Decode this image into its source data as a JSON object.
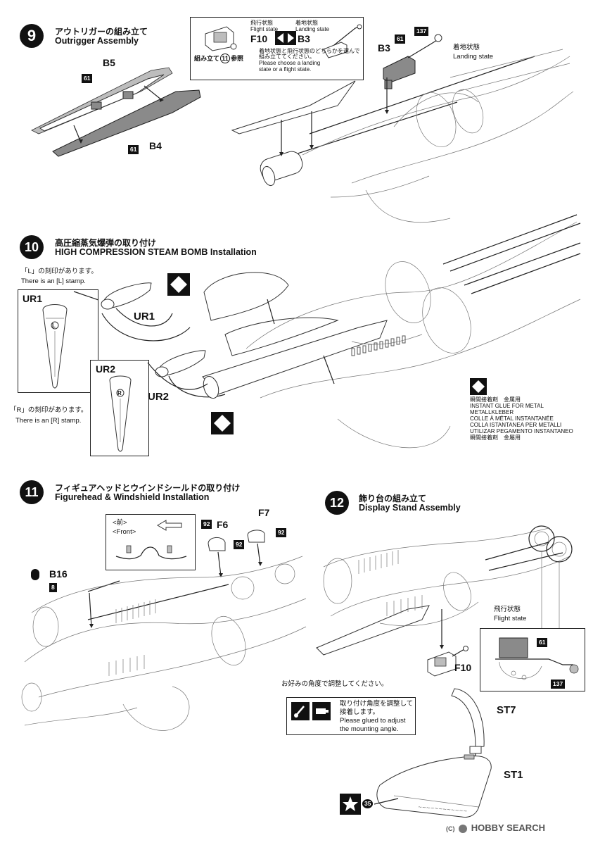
{
  "step9": {
    "number": "9",
    "title_jp": "アウトリガーの組み立て",
    "title_en": "Outrigger Assembly",
    "part_b5": "B5",
    "part_b4": "B4",
    "badge_61a": "61",
    "badge_61b": "61",
    "badge_61c": "61",
    "badge_137": "137",
    "inset": {
      "flight_jp": "飛行状態",
      "flight_en": "Flight state",
      "landing_jp": "着地状態",
      "landing_en": "Landing state",
      "part_f10": "F10",
      "part_b3": "B3",
      "ref_pre": "組み立て",
      "ref_num": "11",
      "ref_post": "参照",
      "note_jp1": "着地状態と飛行状態のどちらかを選んで",
      "note_jp2": "組み立ててください。",
      "note_en1": "Please choose a landing",
      "note_en2": "state or a flight state."
    },
    "part_b3": "B3",
    "landing_jp": "着地状態",
    "landing_en": "Landing state"
  },
  "step10": {
    "number": "10",
    "title_jp": "高圧縮蒸気爆弾の取り付け",
    "title_en": "HIGH COMPRESSION STEAM BOMB Installation",
    "l_stamp_jp": "「L」の刻印があります。",
    "l_stamp_en": "There is an [L] stamp.",
    "r_stamp_jp": "「R」の刻印があります。",
    "r_stamp_en": "There is an [R] stamp.",
    "ur1_box": "UR1",
    "ur1": "UR1",
    "ur2_box": "UR2",
    "ur2": "UR2",
    "stamp_l": "L",
    "stamp_r": "R",
    "glue_lines": [
      "瞬間接着剤　金属用",
      "INSTANT GLUE FOR METAL",
      "METALLKLEBER",
      "COLLE À MÉTAL INSTANTANÉE",
      "COLLA ISTANTANEA PER METALLI",
      "UTILIZAR PEGAMENTO INSTANTANEO",
      "瞬間接着剤　金屬用"
    ]
  },
  "step11": {
    "number": "11",
    "title_jp": "フィギュアヘッドとウインドシールドの取り付け",
    "title_en": "Figurehead & Windshield Installation",
    "front_jp": "<前>",
    "front_en": "<Front>",
    "part_f6": "F6",
    "part_f7": "F7",
    "part_b16": "B16",
    "badge_92a": "92",
    "badge_92b": "92",
    "badge_92c": "92",
    "badge_8": "8"
  },
  "step12": {
    "number": "12",
    "title_jp": "飾り台の組み立て",
    "title_en": "Display Stand Assembly",
    "flight_jp": "飛行状態",
    "flight_en": "Flight state",
    "part_f10": "F10",
    "part_st7": "ST7",
    "part_st1": "ST1",
    "badge_61": "61",
    "badge_137": "137",
    "badge_35": "35",
    "angle_jp": "お好みの角度で調整してください。",
    "glue_jp1": "取り付け角度を調整して",
    "glue_jp2": "接着します。",
    "glue_en1": "Please glued to adjust",
    "glue_en2": "the mounting angle."
  },
  "watermark": {
    "copyright": "(C)",
    "brand": "HOBBY SEARCH"
  }
}
